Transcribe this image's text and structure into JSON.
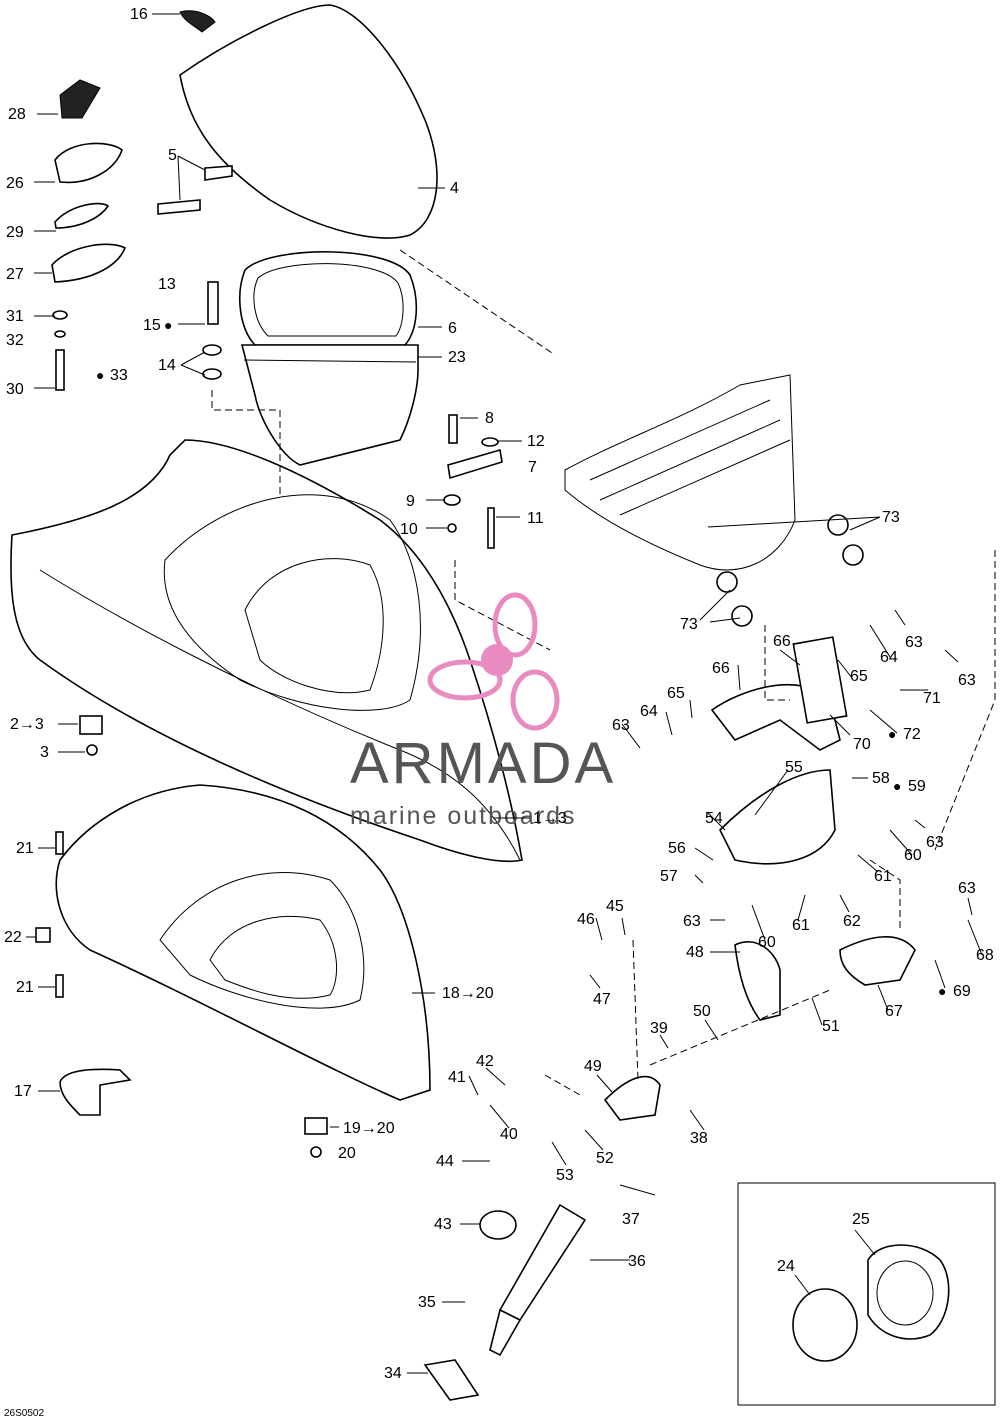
{
  "diagram": {
    "code": "26S0502",
    "labels": {
      "l2": "2→3",
      "l3": "3",
      "l4": "4",
      "l5": "5",
      "l6": "6",
      "l7": "7",
      "l8": "8",
      "l9": "9",
      "l10": "10",
      "l11": "11",
      "l12": "12",
      "l13": "13",
      "l14": "14",
      "l15": "15",
      "l16": "16",
      "l17": "17",
      "l18": "18→20",
      "l19": "19→20",
      "l20": "20",
      "l21a": "21",
      "l21b": "21",
      "l22": "22",
      "l23": "23",
      "l24": "24",
      "l25": "25",
      "l26": "26",
      "l27": "27",
      "l28": "28",
      "l29": "29",
      "l30": "30",
      "l31": "31",
      "l32": "32",
      "l33": "33",
      "l34": "34",
      "l35": "35",
      "l36": "36",
      "l37": "37",
      "l38": "38",
      "l39": "39",
      "l40": "40",
      "l41": "41",
      "l42": "42",
      "l43": "43",
      "l44": "44",
      "l45": "45",
      "l46": "46",
      "l47": "47",
      "l48": "48",
      "l49": "49",
      "l50": "50",
      "l51": "51",
      "l52": "52",
      "l53": "53",
      "l54": "54",
      "l55": "55",
      "l56": "56",
      "l57": "57",
      "l58": "58",
      "l59": "59",
      "l60a": "60",
      "l60b": "60",
      "l61a": "61",
      "l61b": "61",
      "l62": "62",
      "l63a": "63",
      "l63b": "63",
      "l63c": "63",
      "l63d": "63",
      "l63e": "63",
      "l63f": "63",
      "l64a": "64",
      "l64b": "64",
      "l65a": "65",
      "l65b": "65",
      "l66a": "66",
      "l66b": "66",
      "l67": "67",
      "l68": "68",
      "l69": "69",
      "l70": "70",
      "l71": "71",
      "l72": "72",
      "l73a": "73",
      "l73b": "73",
      "l1": "1→3"
    }
  },
  "watermark": {
    "brand": "ARMADA",
    "tagline": "marine outboards",
    "logo_color": "#e98bc0",
    "text_color": "#555555"
  }
}
